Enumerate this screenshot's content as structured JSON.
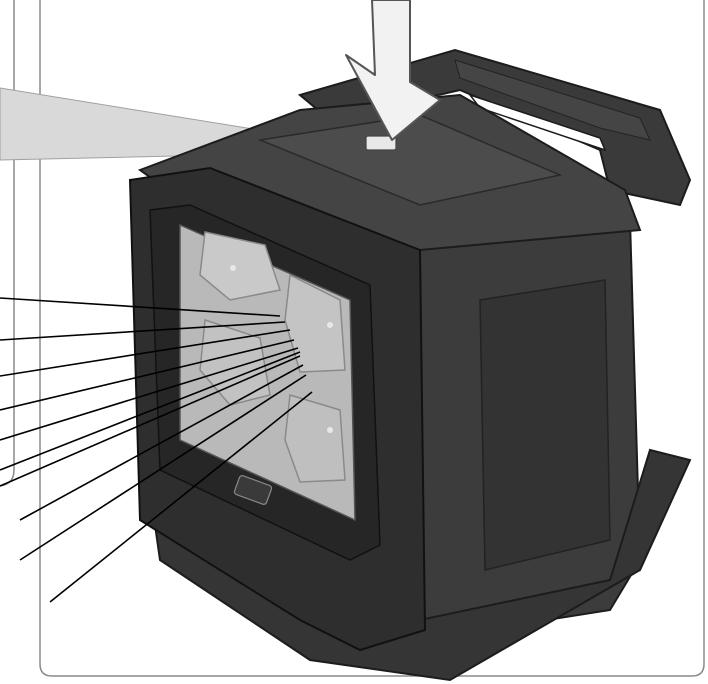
{
  "colors": {
    "background": "#ffffff",
    "frame_stroke": "#8a8a8a",
    "callout_fill": "#d9d9d9",
    "body_dark": "#2e2e2e",
    "body_mid": "#3c3c3c",
    "body_light": "#4a4a4a",
    "lens_grey": "#b9b9b9",
    "leader_lines": "#000000"
  },
  "device": {
    "top_button_label": "",
    "badge_label": ""
  },
  "callout_leaders": [
    {
      "id": "leader-1"
    },
    {
      "id": "leader-2"
    },
    {
      "id": "leader-3"
    },
    {
      "id": "leader-4"
    },
    {
      "id": "leader-5"
    },
    {
      "id": "leader-6"
    },
    {
      "id": "leader-7"
    },
    {
      "id": "leader-8"
    },
    {
      "id": "leader-9"
    },
    {
      "id": "leader-10"
    }
  ]
}
